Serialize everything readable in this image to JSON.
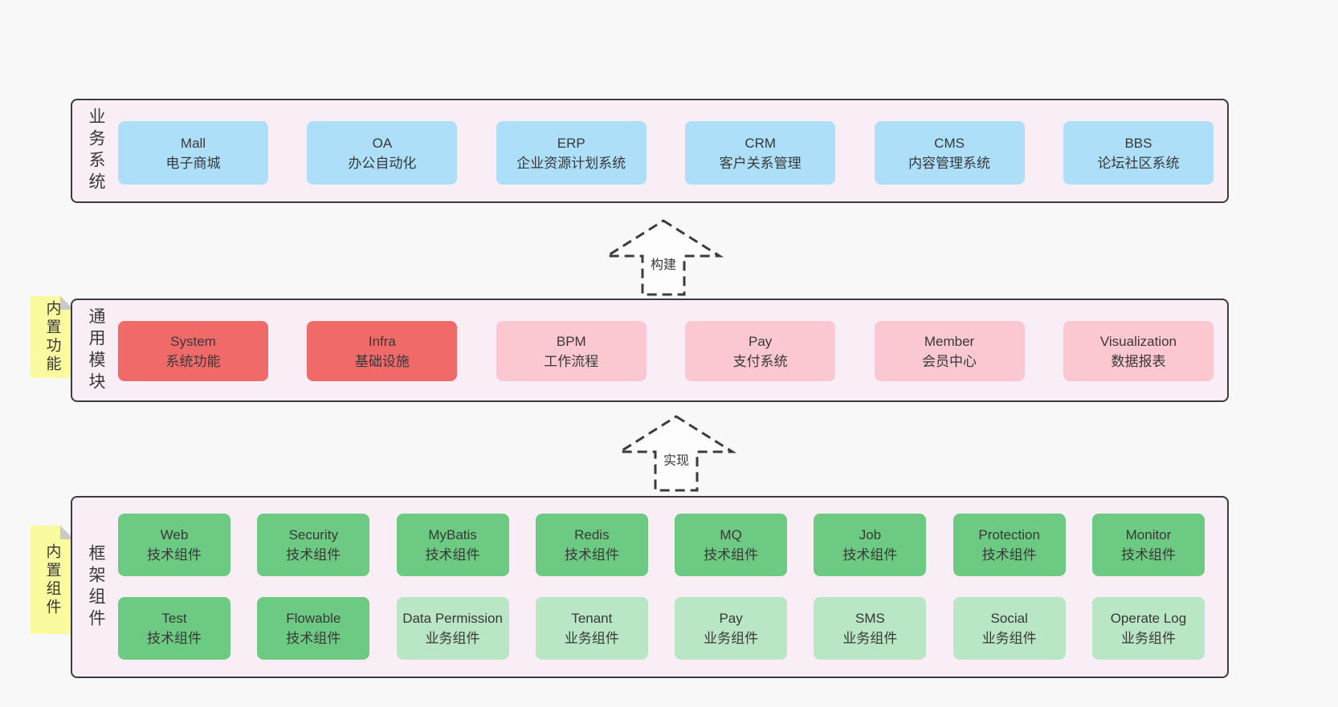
{
  "diagram": {
    "layers": [
      {
        "label": "业务系统",
        "boxes": [
          {
            "name": "Mall",
            "desc": "电子商城",
            "variant": "blue"
          },
          {
            "name": "OA",
            "desc": "办公自动化",
            "variant": "blue"
          },
          {
            "name": "ERP",
            "desc": "企业资源计划系统",
            "variant": "blue"
          },
          {
            "name": "CRM",
            "desc": "客户关系管理",
            "variant": "blue"
          },
          {
            "name": "CMS",
            "desc": "内容管理系统",
            "variant": "blue"
          },
          {
            "name": "BBS",
            "desc": "论坛社区系统",
            "variant": "blue"
          }
        ]
      },
      {
        "label": "通用模块",
        "note": "内置功能",
        "boxes": [
          {
            "name": "System",
            "desc": "系统功能",
            "variant": "red"
          },
          {
            "name": "Infra",
            "desc": "基础设施",
            "variant": "red"
          },
          {
            "name": "BPM",
            "desc": "工作流程",
            "variant": "pink"
          },
          {
            "name": "Pay",
            "desc": "支付系统",
            "variant": "pink"
          },
          {
            "name": "Member",
            "desc": "会员中心",
            "variant": "pink"
          },
          {
            "name": "Visualization",
            "desc": "数据报表",
            "variant": "pink"
          }
        ]
      },
      {
        "label": "框架组件",
        "note": "内置组件",
        "rows": [
          [
            {
              "name": "Web",
              "desc": "技术组件",
              "variant": "green"
            },
            {
              "name": "Security",
              "desc": "技术组件",
              "variant": "green"
            },
            {
              "name": "MyBatis",
              "desc": "技术组件",
              "variant": "green"
            },
            {
              "name": "Redis",
              "desc": "技术组件",
              "variant": "green"
            },
            {
              "name": "MQ",
              "desc": "技术组件",
              "variant": "green"
            },
            {
              "name": "Job",
              "desc": "技术组件",
              "variant": "green"
            },
            {
              "name": "Protection",
              "desc": "技术组件",
              "variant": "green"
            },
            {
              "name": "Monitor",
              "desc": "技术组件",
              "variant": "green"
            }
          ],
          [
            {
              "name": "Test",
              "desc": "技术组件",
              "variant": "green"
            },
            {
              "name": "Flowable",
              "desc": "技术组件",
              "variant": "green"
            },
            {
              "name": "Data Permission",
              "desc": "业务组件",
              "variant": "green-light"
            },
            {
              "name": "Tenant",
              "desc": "业务组件",
              "variant": "green-light"
            },
            {
              "name": "Pay",
              "desc": "业务组件",
              "variant": "green-light"
            },
            {
              "name": "SMS",
              "desc": "业务组件",
              "variant": "green-light"
            },
            {
              "name": "Social",
              "desc": "业务组件",
              "variant": "green-light"
            },
            {
              "name": "Operate Log",
              "desc": "业务组件",
              "variant": "green-light"
            }
          ]
        ]
      }
    ],
    "arrows": [
      {
        "label": "构建"
      },
      {
        "label": "实现"
      }
    ],
    "colors": {
      "page_bg": "#f8f8f8",
      "panel_bg": "#f9edf6",
      "line": "#3c3c3c",
      "text": "#383838",
      "box_blue": "#addff9",
      "box_red": "#f06a6a",
      "box_pink": "#fbc8d1",
      "box_green": "#6dca82",
      "box_green_light": "#b9e6c4",
      "note_yellow": "#fafa9e",
      "note_fold": "#c9c9c9",
      "arrow_fill": "#fdfdfd"
    }
  }
}
